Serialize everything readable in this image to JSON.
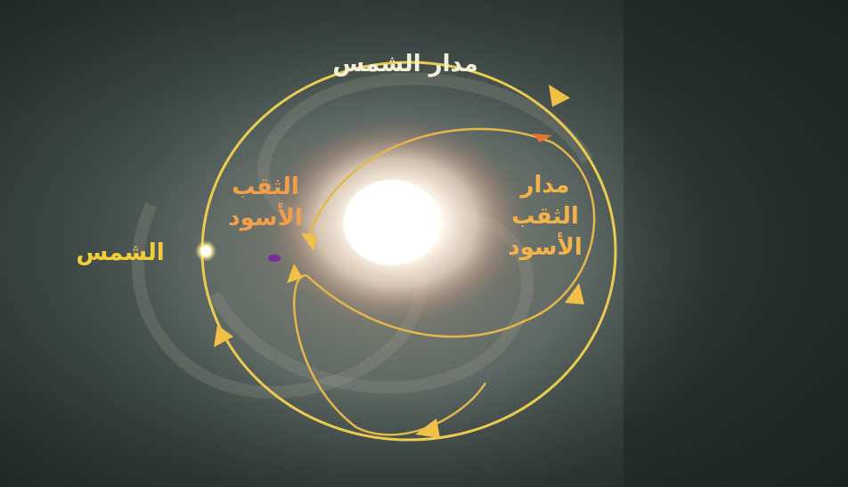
{
  "labels": {
    "sun_orbit": "مدار الشمس",
    "sun": "الشمس",
    "black_hole_1": "الثقب",
    "black_hole_2": "الأسود",
    "bh_orbit_1": "مدار",
    "bh_orbit_2": "الثقب",
    "bh_orbit_3": "الأسود"
  },
  "colors": {
    "sun_orbit_label": "#f4f0d8",
    "sun_label": "#f2cf3a",
    "black_hole_label": "#f1a04a",
    "bh_orbit_label": "#f3b24c",
    "orbit_line": "#e9cc50",
    "arrow": "#f2c047",
    "black_hole_dot": "#7a2a9a",
    "galaxy_core": "#ffffff",
    "background": "#1f2623"
  }
}
